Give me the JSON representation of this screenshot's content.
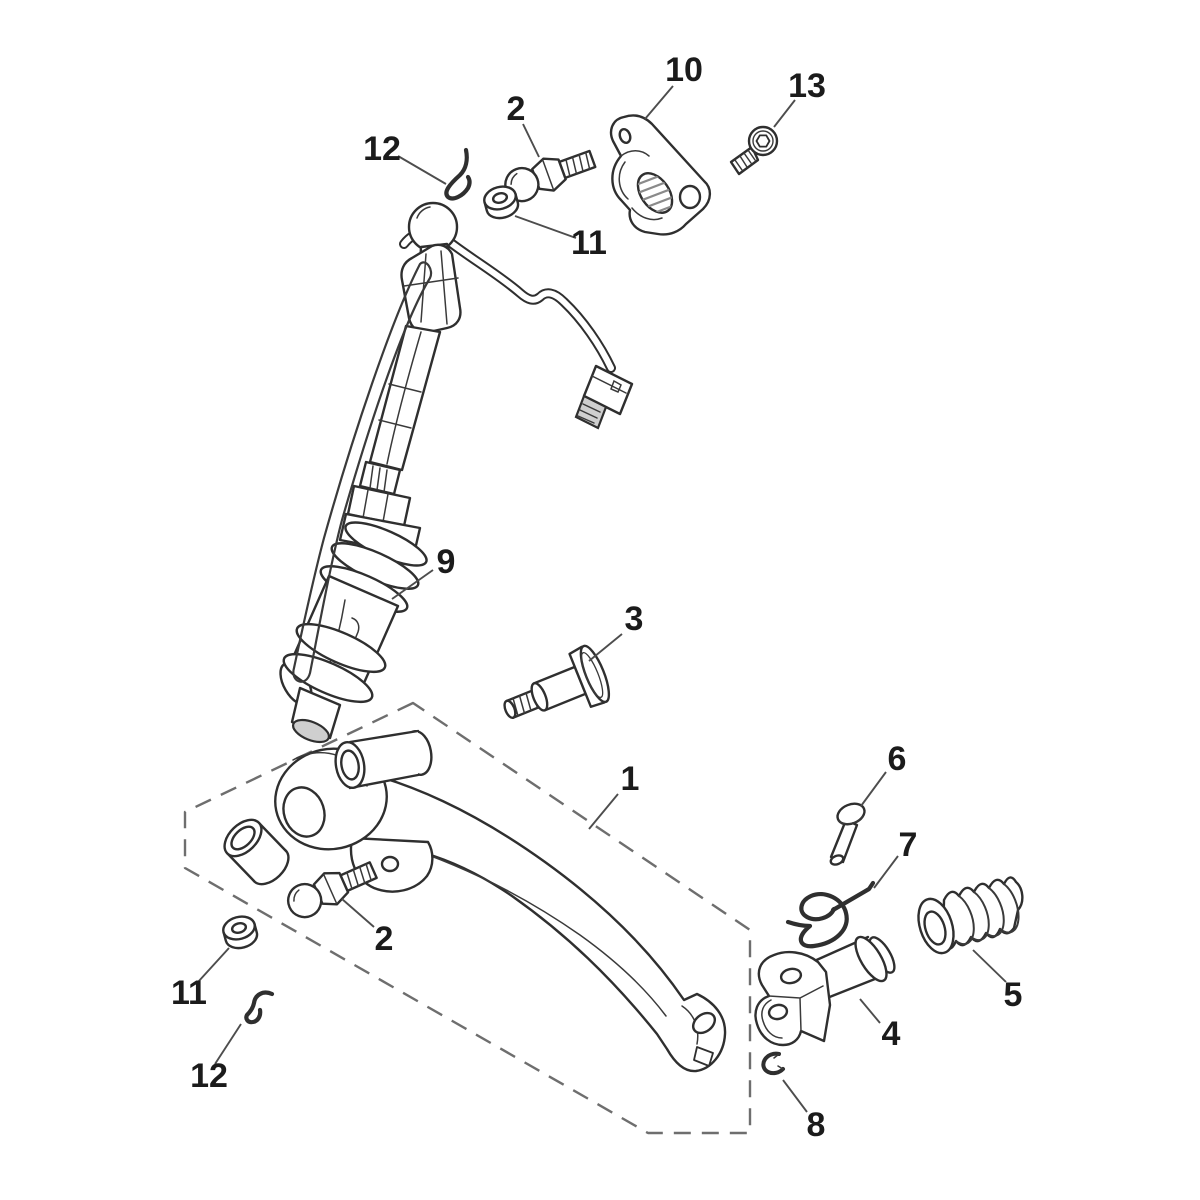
{
  "diagram": {
    "figure_type": "exploded-parts-diagram",
    "description": "Line-art exploded view of a motorcycle gear selector / gear change pedal assembly with numbered part callouts",
    "colors": {
      "background": "#ffffff",
      "line": "#2f2f2f",
      "detail": "#3a3a3a",
      "leader": "#4d4d4d",
      "dashed": "#6e6e6e",
      "label": "#1b1b1b",
      "hatch": "#8a8a8a",
      "shade": "#cfcfcf"
    },
    "callouts": [
      {
        "id": "1",
        "label": "1"
      },
      {
        "id": "2a",
        "label": "2"
      },
      {
        "id": "3",
        "label": "3"
      },
      {
        "id": "4",
        "label": "4"
      },
      {
        "id": "5",
        "label": "5"
      },
      {
        "id": "6",
        "label": "6"
      },
      {
        "id": "7",
        "label": "7"
      },
      {
        "id": "8",
        "label": "8"
      },
      {
        "id": "9",
        "label": "9"
      },
      {
        "id": "10",
        "label": "10"
      },
      {
        "id": "11a",
        "label": "11"
      },
      {
        "id": "11b",
        "label": "11"
      },
      {
        "id": "12a",
        "label": "12"
      },
      {
        "id": "12b",
        "label": "12"
      },
      {
        "id": "13",
        "label": "13"
      },
      {
        "id": "2b",
        "label": "2"
      }
    ]
  }
}
